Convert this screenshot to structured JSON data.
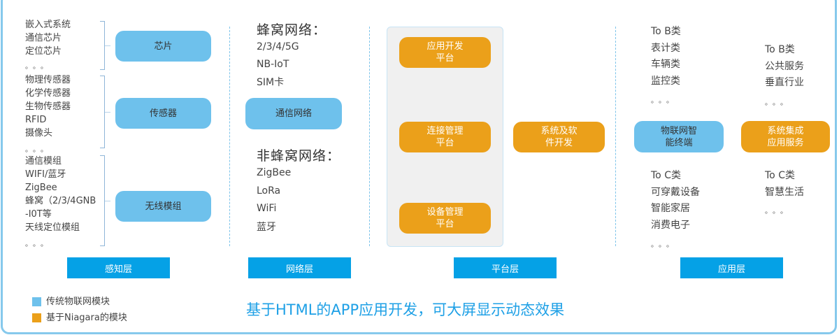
{
  "perception": {
    "chip_items": [
      "嵌入式系统",
      "通信芯片",
      "定位芯片"
    ],
    "sensor_items": [
      "物理传感器",
      "化学传感器",
      "生物传感器",
      "RFID",
      "摄像头"
    ],
    "wireless_items": [
      "通信模组",
      "WIFI/蓝牙",
      "ZigBee",
      "蜂窝（2/3/4GNB",
      "-I0T等",
      "天线定位模组"
    ],
    "ellipsis": "。。。",
    "chip_box": "芯片",
    "sensor_box": "传感器",
    "wireless_box": "无线模组"
  },
  "network": {
    "cellular_title": "蜂窝网络：",
    "cellular_items": [
      "2/3/4/5G",
      "NB-IoT",
      "SIM卡"
    ],
    "box": "通信网络",
    "noncellular_title": "非蜂窝网络：",
    "noncellular_items": [
      "ZigBee",
      "LoRa",
      "WiFi",
      "蓝牙"
    ]
  },
  "platform": {
    "boxes": [
      [
        "应用开发",
        "平台"
      ],
      [
        "连接管理",
        "平台"
      ],
      [
        "设备管理",
        "平台"
      ]
    ],
    "software_box": [
      "系统及软",
      "件开发"
    ]
  },
  "application": {
    "left_b": [
      "To  B类",
      "表计类",
      "车辆类",
      "监控类"
    ],
    "right_b": [
      "To  B类",
      "公共服务",
      "垂直行业"
    ],
    "left_box": [
      "物联网智",
      "能终端"
    ],
    "right_box": [
      "系统集成",
      "应用服务"
    ],
    "left_c": [
      "To  C类",
      "可穿戴设备",
      "智能家居",
      "消费电子"
    ],
    "right_c": [
      "To  C类",
      "智慧生活"
    ],
    "ellipsis": "。。。"
  },
  "layers": [
    "感知层",
    "网络层",
    "平台层",
    "应用层"
  ],
  "legend": [
    {
      "label": "传统物联网模块",
      "color": "#6ec1ec"
    },
    {
      "label": "基于Niagara的模块",
      "color": "#eba01a"
    }
  ],
  "caption": "基于HTML的APP应用开发，可大屏显示动态效果"
}
